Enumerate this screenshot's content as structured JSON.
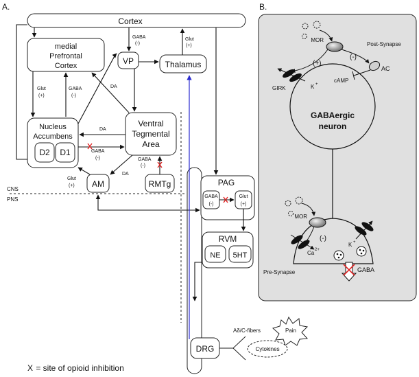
{
  "panel_a": {
    "label": "A.",
    "nodes": {
      "cortex": "Cortex",
      "mpfc_line1": "medial",
      "mpfc_line2": "Prefrontal",
      "mpfc_line3": "Cortex",
      "vp": "VP",
      "thalamus": "Thalamus",
      "nac_line1": "Nucleus",
      "nac_line2": "Accumbens",
      "d2": "D2",
      "d1": "D1",
      "vta_line1": "Ventral",
      "vta_line2": "Tegmental",
      "vta_line3": "Area",
      "am": "AM",
      "rmtg": "RMTg",
      "pag": "PAG",
      "pag_gaba": "GABA",
      "pag_gaba_sign": "(-)",
      "pag_glut": "Glut",
      "pag_glut_sign": "(+)",
      "rvm": "RVM",
      "ne": "NE",
      "ht5": "5HT",
      "drg": "DRG",
      "pain": "Pain",
      "cytokines": "Cytokines"
    },
    "edge_labels": {
      "gaba_vp": "GABA",
      "gaba_vp_sign": "(-)",
      "glut_thal": "Glut",
      "glut_thal_sign": "(+)",
      "glut_mpfc": "Glut",
      "glut_mpfc_sign": "(+)",
      "gaba_mpfc": "GABA",
      "gaba_mpfc_sign": "(-)",
      "da_vp": "DA",
      "da_nac": "DA",
      "gaba_vta": "GABA",
      "gaba_vta_sign": "(-)",
      "gaba_rmtg": "GABA",
      "gaba_rmtg_sign": "(-)",
      "da_am": "DA",
      "glut_am": "Glut",
      "glut_am_sign": "(+)",
      "fibers": "Aδ/C-fibers"
    },
    "cns": "CNS",
    "pns": "PNS",
    "legend_mark": "X",
    "legend_text": " = site of opioid inhibition"
  },
  "panel_b": {
    "label": "B.",
    "mor_top": "MOR",
    "post_synapse": "Post-Synapse",
    "plus": "(+)",
    "minus": "(-)",
    "ac": "AC",
    "camp": "cAMP",
    "girk": "GIRK",
    "k_top": "K",
    "k_sup": "+",
    "neuron_line1": "GABAergic",
    "neuron_line2": "neuron",
    "mor_bottom": "MOR",
    "minus_bottom": "(-)",
    "k_bottom": "K",
    "k_bottom_sup": "+",
    "ca": "Ca",
    "ca_sup": "2+",
    "pre_synapse": "Pre-Synapse",
    "gaba": "GABA"
  },
  "colors": {
    "inhibition_mark": "#e02020",
    "blue_pathway": "#2a2ad0",
    "panel_b_bg": "#e0e0e0"
  }
}
